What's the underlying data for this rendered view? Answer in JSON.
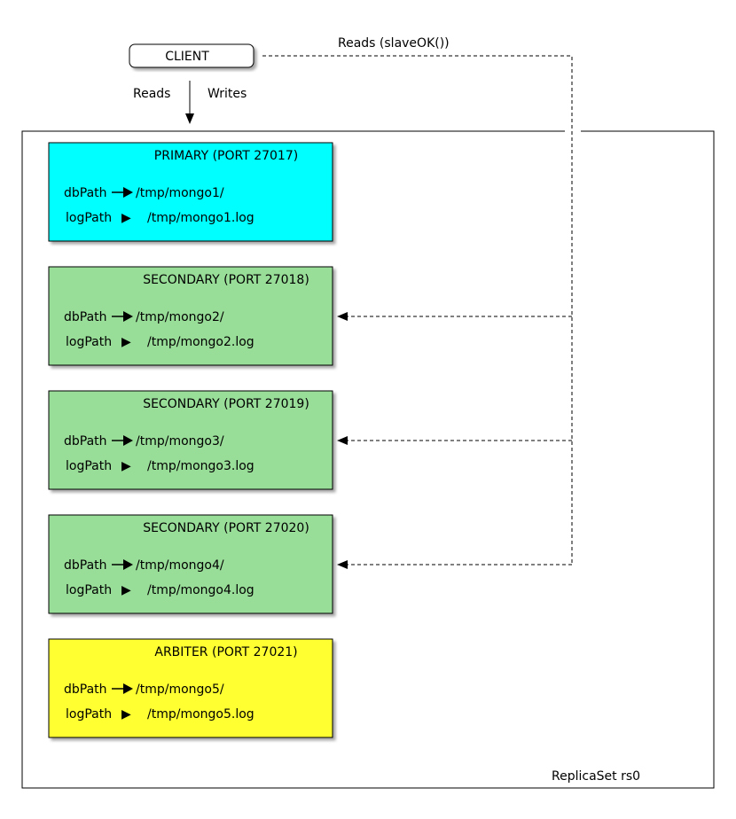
{
  "client": {
    "label": "CLIENT"
  },
  "edges": {
    "reads": "Reads",
    "writes": "Writes",
    "reads_slave": "Reads (slaveOK())"
  },
  "replica_set": {
    "label": "ReplicaSet rs0"
  },
  "arrow_glyph": "▶",
  "nodes": [
    {
      "title": "PRIMARY (PORT 27017)",
      "db_label": "dbPath",
      "db_value": "/tmp/mongo1/",
      "log_label": "logPath",
      "log_value": "/tmp/mongo1.log",
      "color": "#00ffff"
    },
    {
      "title": "SECONDARY (PORT 27018)",
      "db_label": "dbPath",
      "db_value": "/tmp/mongo2/",
      "log_label": "logPath",
      "log_value": "/tmp/mongo2.log",
      "color": "#98dd98"
    },
    {
      "title": "SECONDARY (PORT 27019)",
      "db_label": "dbPath",
      "db_value": "/tmp/mongo3/",
      "log_label": "logPath",
      "log_value": "/tmp/mongo3.log",
      "color": "#98dd98"
    },
    {
      "title": "SECONDARY (PORT 27020)",
      "db_label": "dbPath",
      "db_value": "/tmp/mongo4/",
      "log_label": "logPath",
      "log_value": "/tmp/mongo4.log",
      "color": "#98dd98"
    },
    {
      "title": "ARBITER (PORT 27021)",
      "db_label": "dbPath",
      "db_value": "/tmp/mongo5/",
      "log_label": "logPath",
      "log_value": "/tmp/mongo5.log",
      "color": "#ffff33"
    }
  ]
}
